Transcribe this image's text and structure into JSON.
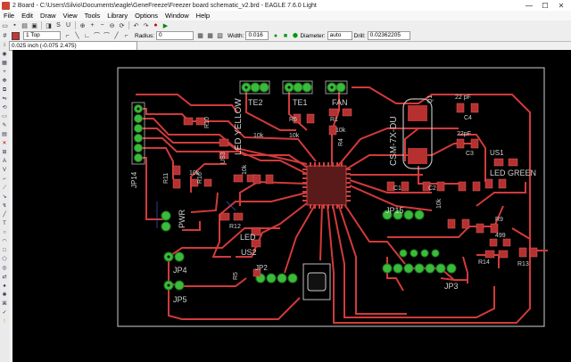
{
  "window": {
    "title": "2 Board - C:\\Users\\Silvio\\Documents\\eagle\\GeneFreeze\\Freezer board schematic_v2.brd - EAGLE 7.6.0 Light",
    "minimize": "—",
    "maximize": "☐",
    "close": "✕"
  },
  "menu": [
    "File",
    "Edit",
    "Draw",
    "View",
    "Tools",
    "Library",
    "Options",
    "Window",
    "Help"
  ],
  "toolbar": {
    "layer": "1 Top",
    "radius_label": "Radius:",
    "radius_value": "0",
    "width_label": "Width:",
    "width_value": "0.016",
    "diameter_label": "Diameter:",
    "diameter_value": "auto",
    "drill_label": "Drill:",
    "drill_value": "0.02362205"
  },
  "coordinates": "0.025 inch (-0.075 2.475)",
  "board": {
    "labels": {
      "te2": "TE2",
      "te1": "TE1",
      "fan": "FAN",
      "r6": "R6",
      "r6v": "10k",
      "r5v": "10k",
      "r1": "R1",
      "r1v": "10k",
      "r4": "R4",
      "led_yellow": "LED YELLOW",
      "us3": "US3",
      "r10": "R10",
      "jp14": "JP14",
      "r11": "R11",
      "r16": "R16",
      "pwr": "PWR",
      "r12": "R12",
      "led": "LED",
      "us2": "US2",
      "jp4": "JP4",
      "jp5": "JP5",
      "jp2": "JP2",
      "r5": "R5",
      "crystal": "CSM-7X-DU",
      "q1": "Q1",
      "c4v": "22 pF",
      "c4": "C4",
      "c3v": "22pF",
      "c3": "C3",
      "us1": "US1",
      "led_green": "LED GREEN",
      "jp15": "JP15",
      "c1": "C1",
      "c2": "C2",
      "jp3": "JP3",
      "r9": "R9",
      "r9v": "499",
      "r13": "R13",
      "r14": "R14",
      "k1": "10k",
      "k2": "10k",
      "k3": "10k"
    }
  }
}
